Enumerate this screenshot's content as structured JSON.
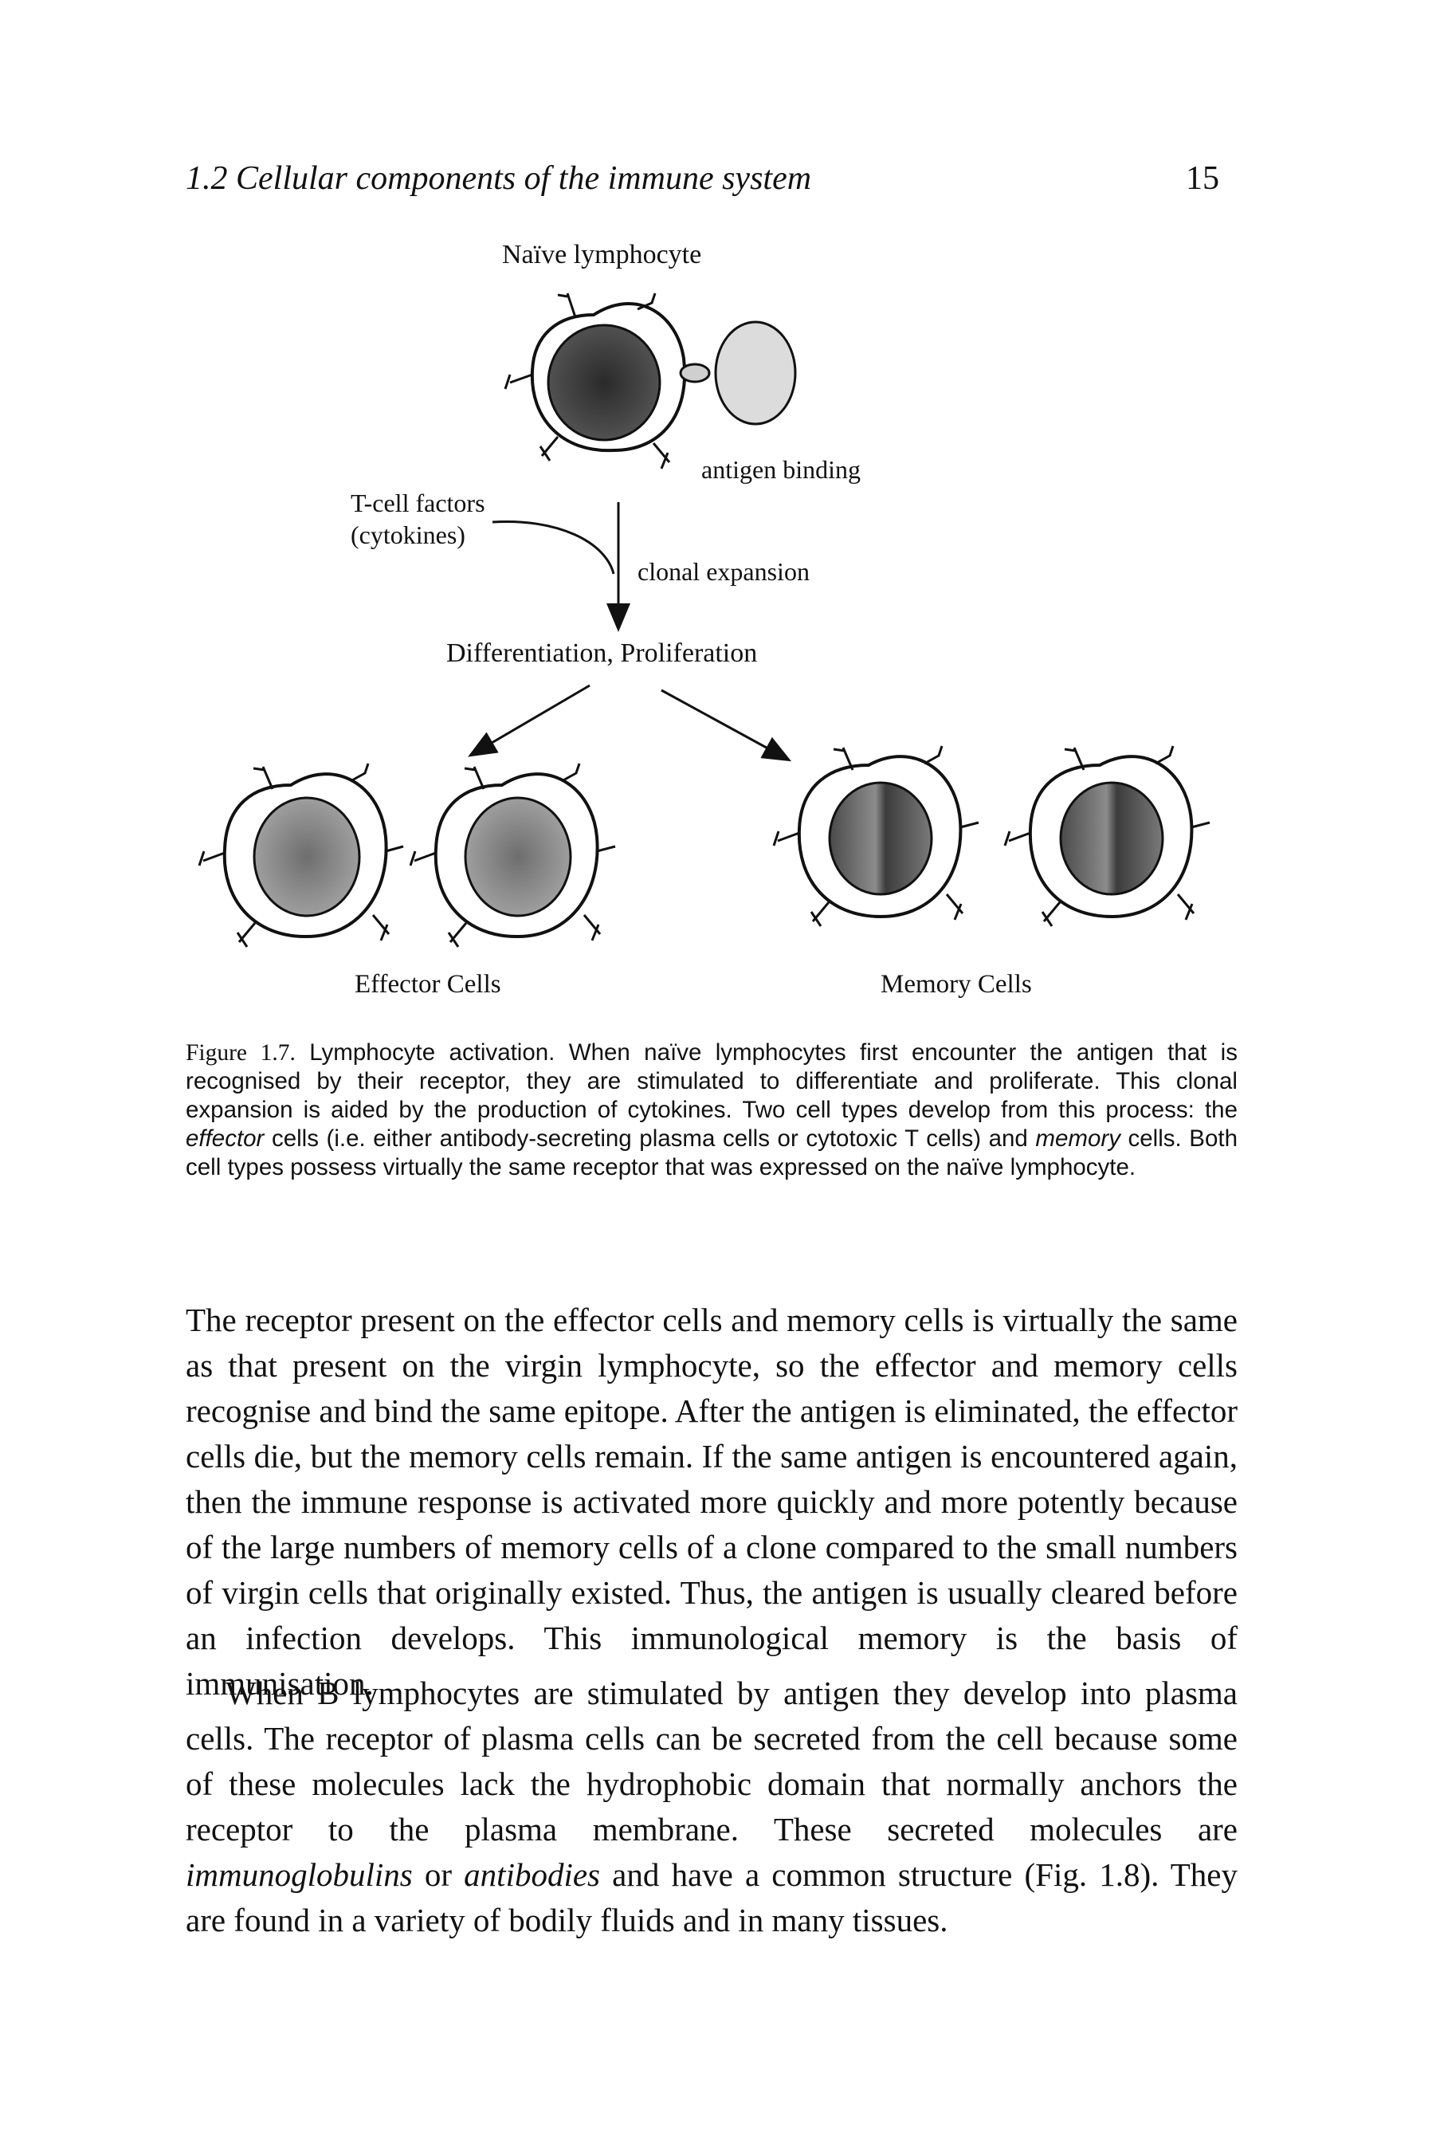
{
  "header": {
    "section_title": "1.2 Cellular components of the immune system",
    "page_number": "15"
  },
  "figure": {
    "label_naive": "Naïve lymphocyte",
    "label_antigen_binding": "antigen binding",
    "label_tcell_factors_line1": "T-cell factors",
    "label_tcell_factors_line2": "(cytokines)",
    "label_clonal_expansion": "clonal expansion",
    "label_diff_prolif": "Differentiation, Proliferation",
    "label_effector": "Effector Cells",
    "label_memory": "Memory Cells",
    "colors": {
      "ink": "#111111",
      "nucleus_dark": "#3a3a3a",
      "nucleus_effector": "#8a8a8a",
      "antigen_fill": "#d8d8d8"
    }
  },
  "caption": {
    "lead": "Figure 1.7.",
    "part1": " Lymphocyte activation. When naïve lymphocytes first encounter the antigen that is recognised by their receptor, they are stimulated to differentiate and proliferate. This clonal expansion is aided by the production of cytokines. Two cell types develop from this process: the ",
    "em1": "effector",
    "part2": " cells (i.e. either antibody-secreting plasma cells or cytotoxic T cells) and ",
    "em2": "memory",
    "part3": " cells. Both cell types possess virtually the same receptor that was expressed on the naïve lymphocyte."
  },
  "body": {
    "para1": "The receptor present on the effector cells and memory cells is virtually the same as that present on the virgin lymphocyte, so the effector and memory cells recognise and bind the same epitope. After the antigen is eliminated, the effector cells die, but the memory cells remain. If the same antigen is encountered again, then the immune response is activated more quickly and more potently because of the large numbers of memory cells of a clone compared to the small numbers of virgin cells that originally existed. Thus, the antigen is usually cleared before an infection develops. This immunological memory is the basis of immunisation.",
    "para2_part1": "When B lymphocytes are stimulated by antigen they develop into plasma cells. The receptor of plasma cells can be secreted from the cell because some of these molecules lack the hydrophobic domain that normally anchors the receptor to the plasma membrane. These secreted molecules are ",
    "para2_em1": "immunoglobulins",
    "para2_part2": " or ",
    "para2_em2": "antibodies",
    "para2_part3": " and have a common structure (Fig. 1.8). They are found in a variety of bodily fluids and in many tissues."
  }
}
